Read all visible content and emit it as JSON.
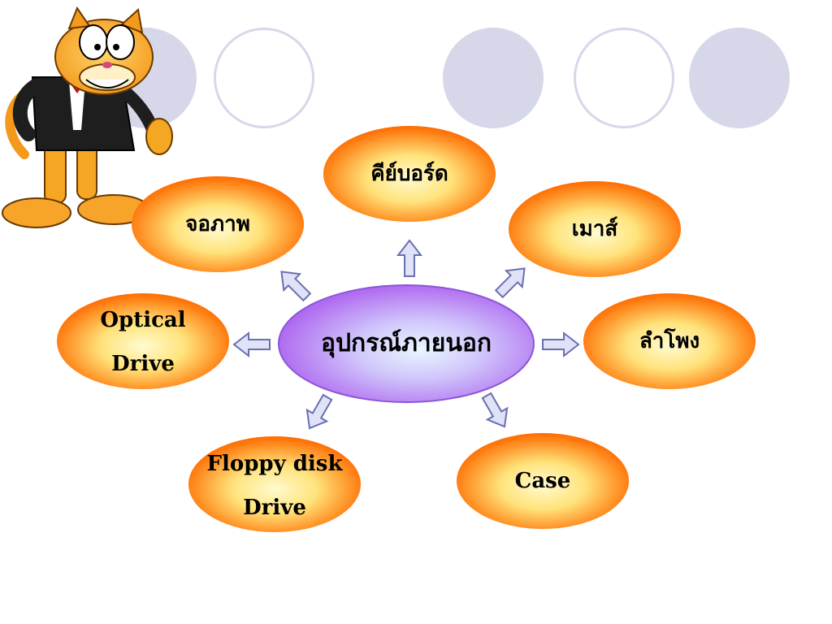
{
  "slide": {
    "center_node": {
      "label": "อุปกรณ์ภายนอก"
    },
    "nodes": [
      {
        "id": "keyboard",
        "label": "คีย์บอร์ด"
      },
      {
        "id": "monitor",
        "label": "จอภาพ"
      },
      {
        "id": "mouse",
        "label": "เมาส์"
      },
      {
        "id": "optical-drive",
        "label": "Optical\nDrive"
      },
      {
        "id": "speaker",
        "label": "ลำโพง"
      },
      {
        "id": "floppy-disk-drive",
        "label": "Floppy disk\nDrive"
      },
      {
        "id": "case",
        "label": "Case"
      }
    ],
    "mascot": {
      "icon": "cartoon-cat-mascot-icon"
    },
    "colors": {
      "node_outer": "#ff6a00",
      "node_inner": "#fff59a",
      "center_outer": "#b06bf0",
      "center_inner": "#dff0ff",
      "arrow_fill": "#e0e2f8",
      "arrow_stroke": "#6a6fb0",
      "deco_circle": "#d7d7ea"
    }
  }
}
